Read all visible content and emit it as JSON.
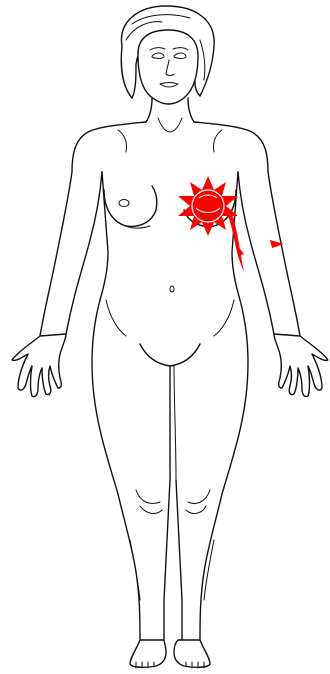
{
  "figure": {
    "subject": "body-outline-front",
    "line_color": "#111111",
    "background_color": "#ffffff"
  },
  "pain_marker": {
    "icon": "starburst-icon",
    "color": "#ff0000",
    "side": "left-breast",
    "radiates_to": "left-arm"
  }
}
